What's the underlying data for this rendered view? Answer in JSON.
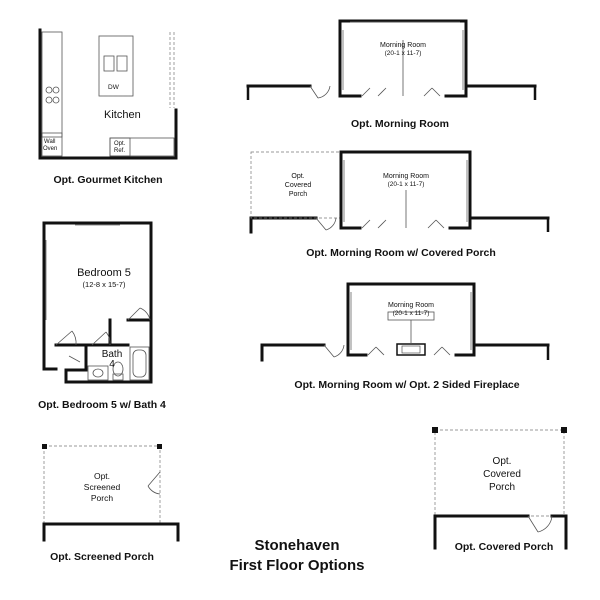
{
  "kitchen": {
    "room": "Kitchen",
    "dw": "DW",
    "wall_oven_1": "Wall",
    "wall_oven_2": "Oven",
    "ref_1": "Opt.",
    "ref_2": "Ref.",
    "caption": "Opt. Gourmet Kitchen"
  },
  "morning_room": {
    "room": "Morning Room",
    "dims": "(20-1 x 11-7)",
    "caption": "Opt. Morning Room"
  },
  "morning_porch": {
    "room": "Morning Room",
    "dims": "(20-1 x 11-7)",
    "porch_1": "Opt.",
    "porch_2": "Covered",
    "porch_3": "Porch",
    "caption": "Opt. Morning Room w/ Covered Porch"
  },
  "morning_fireplace": {
    "room": "Morning Room",
    "dims": "(20-1 x 11-7)",
    "caption": "Opt. Morning Room w/ Opt. 2 Sided Fireplace"
  },
  "bedroom": {
    "room": "Bedroom 5",
    "dims": "(12-8 x 15-7)",
    "bath_1": "Bath",
    "bath_2": "4",
    "caption": "Opt. Bedroom 5 w/ Bath 4"
  },
  "screened_porch": {
    "l1": "Opt.",
    "l2": "Screened",
    "l3": "Porch",
    "caption": "Opt. Screened Porch"
  },
  "covered_porch": {
    "l1": "Opt.",
    "l2": "Covered",
    "l3": "Porch",
    "caption": "Opt. Covered Porch"
  },
  "title": {
    "line1": "Stonehaven",
    "line2": "First Floor Options"
  }
}
